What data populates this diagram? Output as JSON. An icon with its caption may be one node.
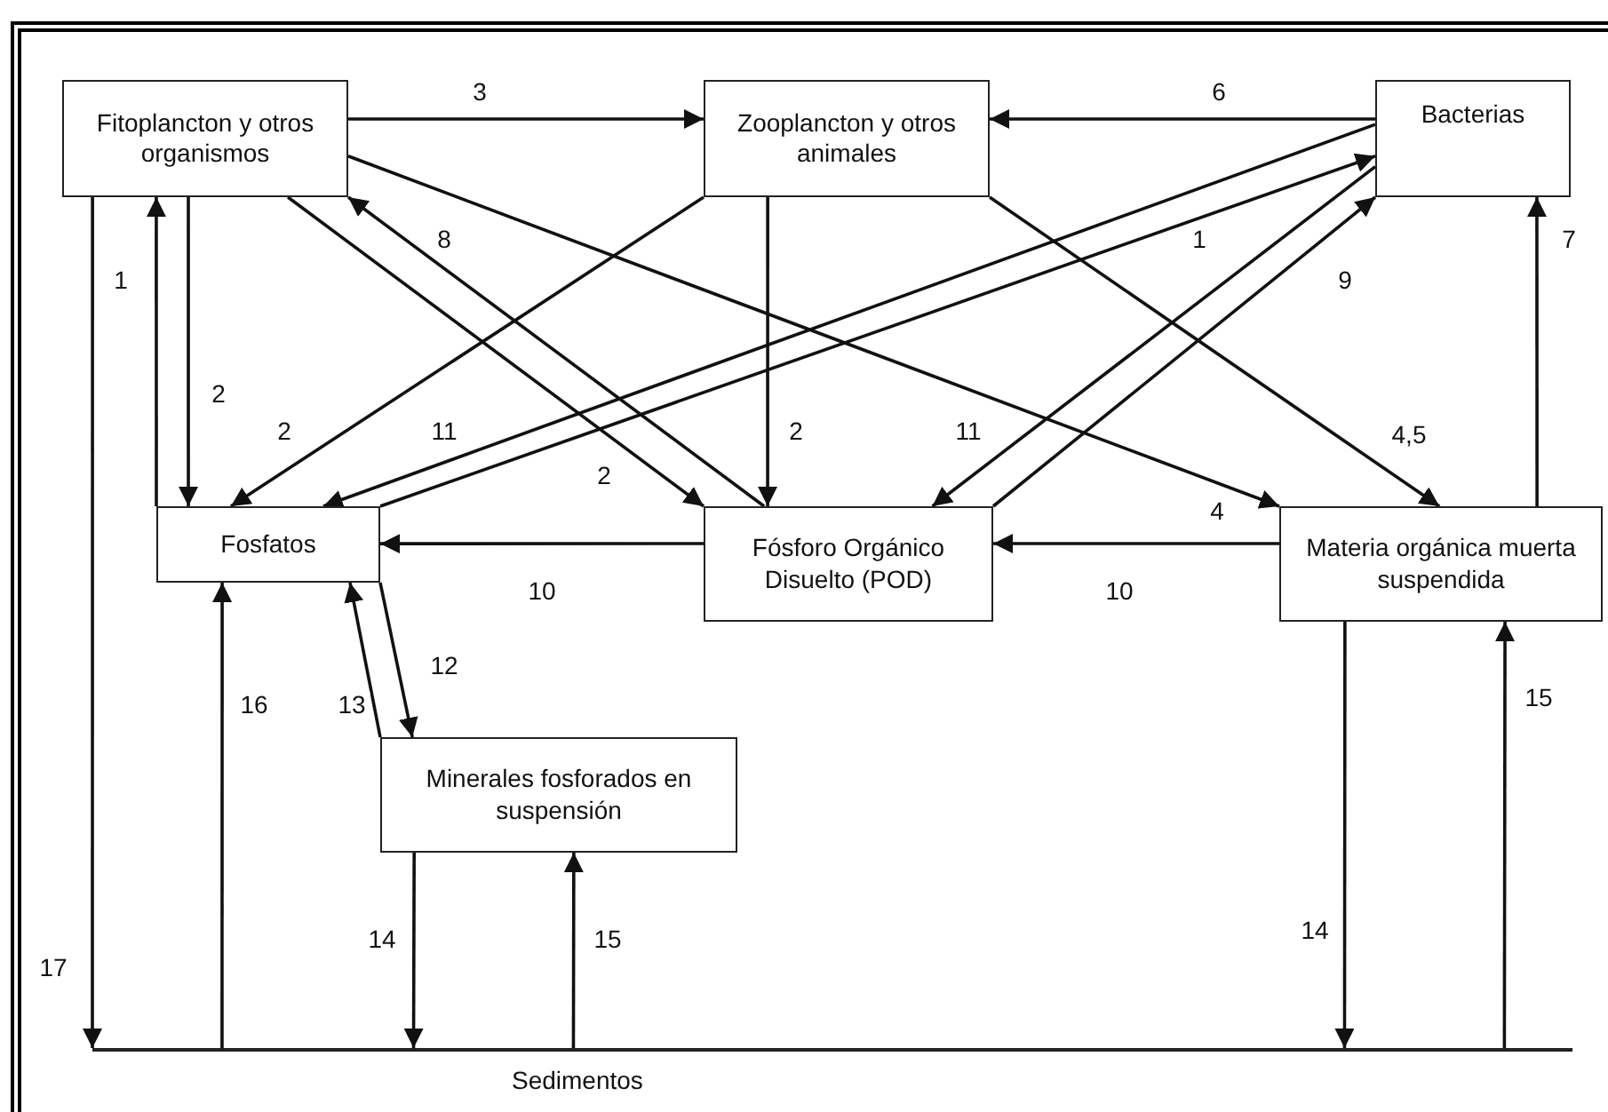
{
  "diagram": {
    "nodes": [
      {
        "text": [
          "Fitoplancton y otros organismos"
        ]
      },
      {
        "text": [
          "Zooplancton y otros animales"
        ]
      },
      {
        "text": [
          "Bacterias"
        ]
      },
      {
        "text": [
          "Fosfatos"
        ]
      },
      {
        "text": [
          "Fósforo Orgánico Disuelto (POD)"
        ]
      },
      {
        "text": [
          "Materia orgánica muerta suspendida"
        ]
      },
      {
        "text": [
          "Minerales fosforados en suspensión"
        ]
      },
      {
        "text": [
          "Sedimentos"
        ]
      }
    ],
    "edges": [
      {
        "from": 0,
        "to": 1,
        "arrow": "to",
        "label": "3"
      },
      {
        "from": 2,
        "to": 1,
        "arrow": "to",
        "label": "6"
      },
      {
        "from": 0,
        "to": 7,
        "arrow": "to",
        "label": "17"
      },
      {
        "from": 3,
        "to": 0,
        "arrow": "to",
        "label": "1"
      },
      {
        "from": 0,
        "to": 3,
        "arrow": "to",
        "label": "2"
      },
      {
        "from": 1,
        "to": 3,
        "arrow": "to",
        "label": "2"
      },
      {
        "from": 2,
        "to": 3,
        "arrow": "to",
        "label": "11"
      },
      {
        "from": 3,
        "to": 2,
        "arrow": "to",
        "label": "1"
      },
      {
        "from": 0,
        "to": 4,
        "arrow": "to",
        "label": "2"
      },
      {
        "from": 4,
        "to": 0,
        "arrow": "to",
        "label": "8"
      },
      {
        "from": 0,
        "to": 5,
        "arrow": "to",
        "label": "4"
      },
      {
        "from": 1,
        "to": 4,
        "arrow": "to",
        "label": "2"
      },
      {
        "from": 1,
        "to": 5,
        "arrow": "to",
        "label": "4,5"
      },
      {
        "from": 2,
        "to": 4,
        "arrow": "to",
        "label": "11"
      },
      {
        "from": 4,
        "to": 2,
        "arrow": "to",
        "label": "9"
      },
      {
        "from": 5,
        "to": 2,
        "arrow": "to",
        "label": "7"
      },
      {
        "from": 5,
        "to": 4,
        "arrow": "to",
        "label": "10"
      },
      {
        "from": 4,
        "to": 3,
        "arrow": "to",
        "label": "10"
      },
      {
        "from": 3,
        "to": 6,
        "arrow": "to",
        "label": "12"
      },
      {
        "from": 6,
        "to": 3,
        "arrow": "to",
        "label": "13"
      },
      {
        "from": 7,
        "to": 3,
        "arrow": "to",
        "label": "16"
      },
      {
        "from": 6,
        "to": 7,
        "arrow": "to",
        "label": "14"
      },
      {
        "from": 7,
        "to": 6,
        "arrow": "to",
        "label": "15"
      },
      {
        "from": 5,
        "to": 7,
        "arrow": "to",
        "label": "14"
      },
      {
        "from": 7,
        "to": 5,
        "arrow": "to",
        "label": "15"
      }
    ]
  }
}
